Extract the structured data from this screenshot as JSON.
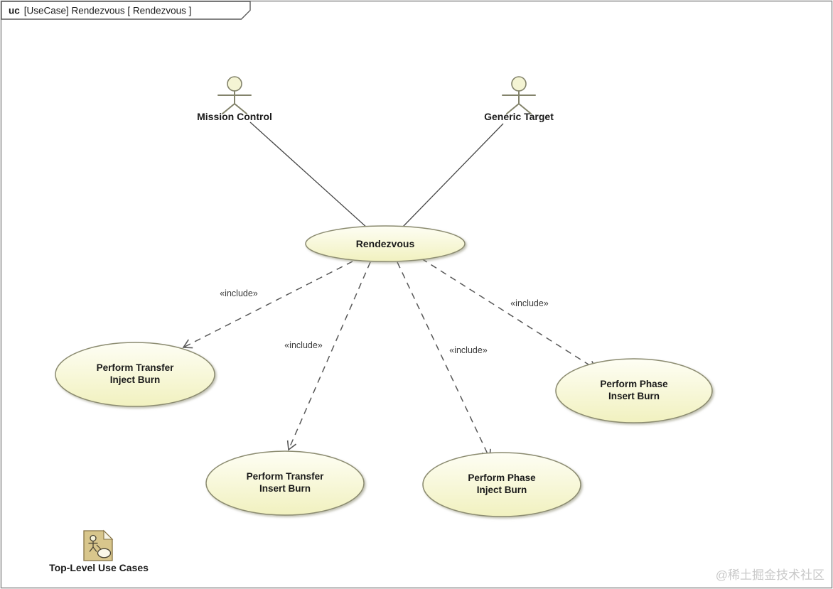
{
  "frame": {
    "tab": {
      "keyword": "uc",
      "title": "[UseCase] Rendezvous [ Rendezvous ]"
    }
  },
  "actors": [
    {
      "label": "Mission Control"
    },
    {
      "label": "Generic Target"
    }
  ],
  "central_use_case": {
    "label": "Rendezvous"
  },
  "use_cases": [
    {
      "line1": "Perform Transfer",
      "line2": "Inject Burn"
    },
    {
      "line1": "Perform Transfer",
      "line2": "Insert Burn"
    },
    {
      "line1": "Perform Phase",
      "line2": "Inject Burn"
    },
    {
      "line1": "Perform Phase",
      "line2": "Insert Burn"
    }
  ],
  "include_edges": [
    {
      "label": "«include»"
    },
    {
      "label": "«include»"
    },
    {
      "label": "«include»"
    },
    {
      "label": "«include»"
    }
  ],
  "legend": {
    "label": "Top-Level Use Cases"
  },
  "watermark": {
    "label": "@稀土掘金技术社区"
  },
  "colors": {
    "shape_fill_top": "#fefef4",
    "shape_fill_bottom": "#f1f1bf",
    "shape_border": "#8c8c71",
    "solid_line": "#474747",
    "dashed_line": "#585858",
    "icon_fill": "#d8c68c",
    "icon_border": "#857243",
    "watermark": "#c9c9c9"
  }
}
